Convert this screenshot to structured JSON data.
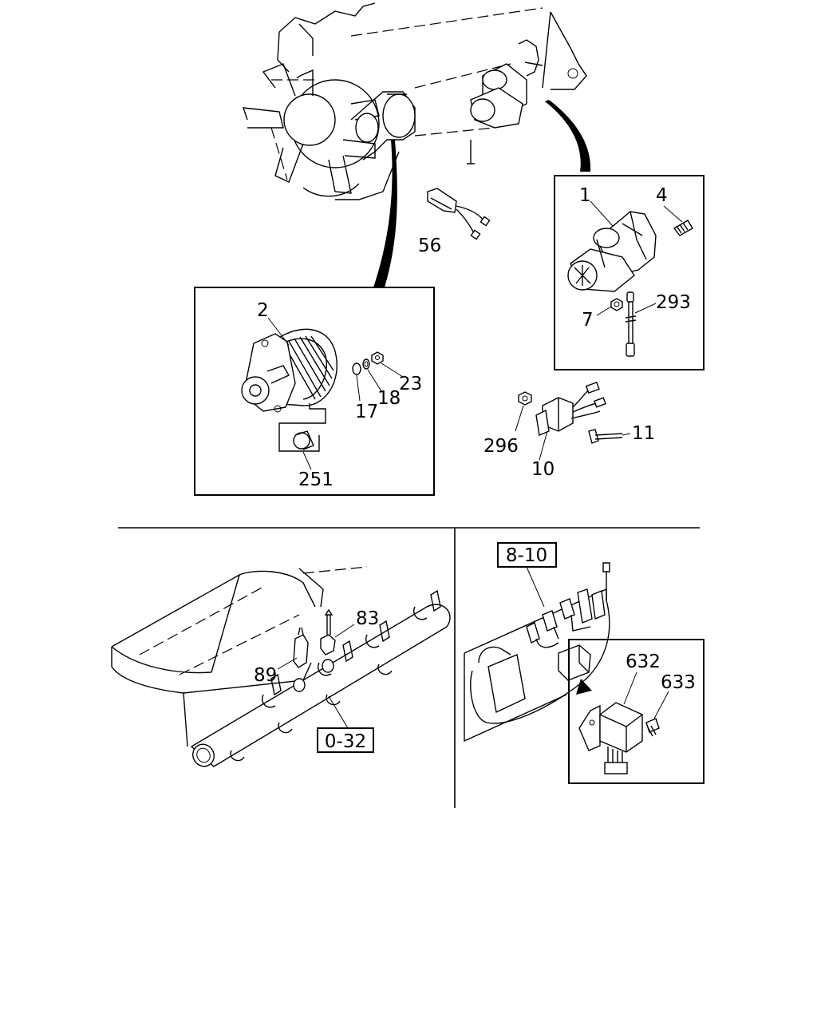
{
  "callouts": {
    "c1": "1",
    "c2": "2",
    "c4": "4",
    "c7": "7",
    "c10": "10",
    "c11": "11",
    "c17": "17",
    "c18": "18",
    "c23": "23",
    "c56": "56",
    "c83": "83",
    "c89": "89",
    "c251": "251",
    "c293": "293",
    "c296": "296",
    "c632": "632",
    "c633": "633"
  },
  "references": {
    "r8_10": "8-10",
    "r0_32": "0-32"
  }
}
